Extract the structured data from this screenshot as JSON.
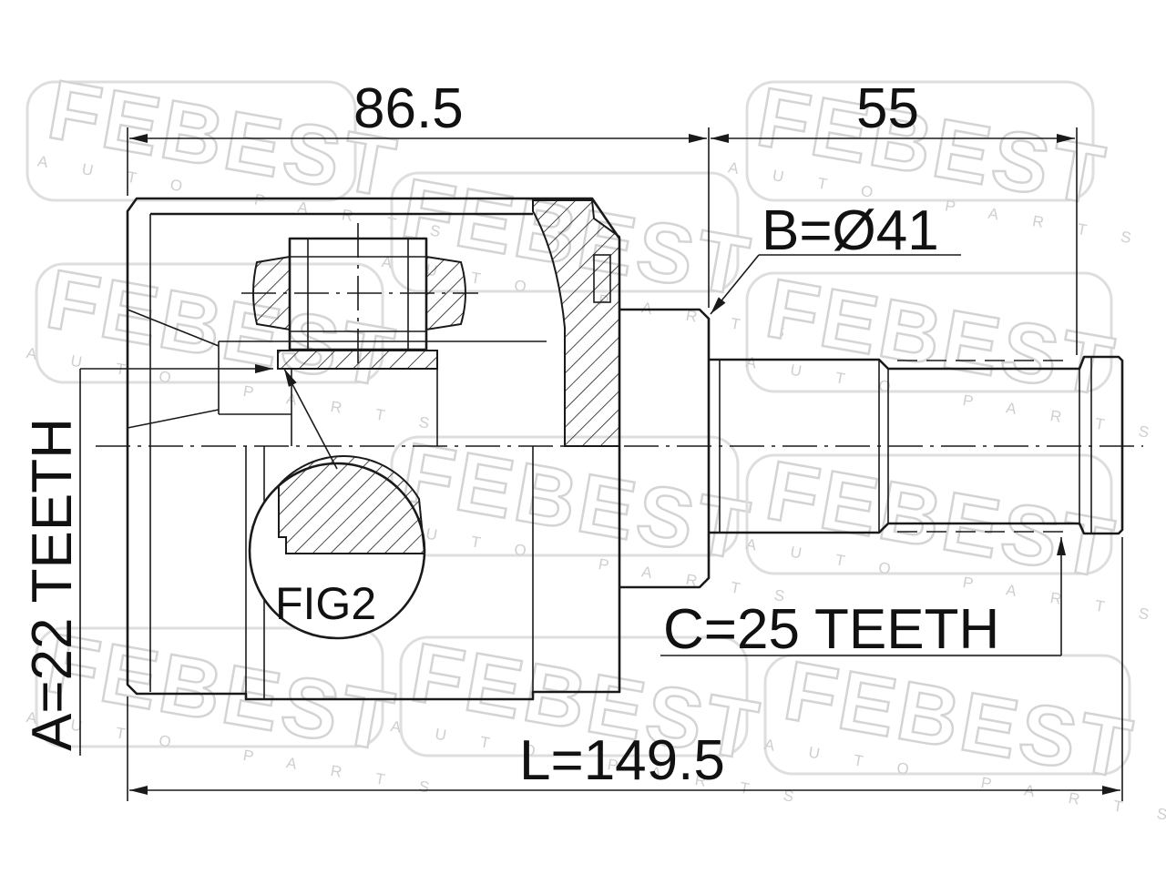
{
  "watermark": {
    "brand": "FEBEST",
    "tagline": "AUTO PARTS"
  },
  "dimensions": {
    "inner_length": "86.5",
    "outer_length": "55",
    "total_length": "L=149.5",
    "diameter_b": "B=Ø41",
    "spline_a": "A=22 TEETH",
    "spline_c": "C=25 TEETH"
  },
  "detail_label": "FIG2",
  "colors": {
    "line": "#1a1a1a",
    "watermark": "#d4d4d4",
    "background": "#ffffff"
  }
}
